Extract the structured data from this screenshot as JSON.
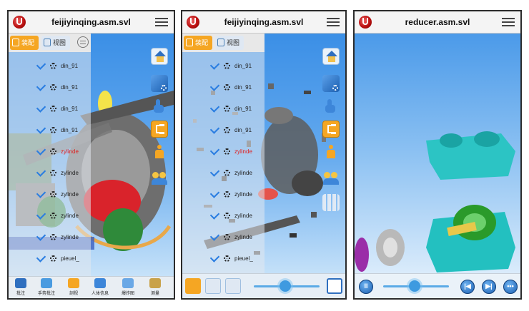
{
  "screens": [
    {
      "title": "feijiyinqing.asm.svl",
      "tabs": [
        {
          "label": "装配"
        },
        {
          "label": "视图"
        }
      ],
      "tree": [
        "din_91",
        "din_91",
        "din_91",
        "din_91",
        "zylinde",
        "zylinde",
        "zylinde",
        "zylinde",
        "zylinde",
        "pieuel_"
      ],
      "bottom_toolbar": [
        "批注",
        "手势批注",
        "剖视",
        "人体信息",
        "爆炸图",
        "测量"
      ]
    },
    {
      "title": "feijiyinqing.asm.svl",
      "tabs": [
        {
          "label": "装配"
        },
        {
          "label": "视图"
        }
      ],
      "tree": [
        "din_91",
        "din_91",
        "din_91",
        "din_91",
        "zylinde",
        "zylinde",
        "zylinde",
        "zylinde",
        "zylinde",
        "pieuel_"
      ]
    },
    {
      "title": "reducer.asm.svl"
    }
  ],
  "colors": {
    "accent": "#f5a623",
    "selected_item": "#e01d1d",
    "check": "#2a7de1"
  }
}
